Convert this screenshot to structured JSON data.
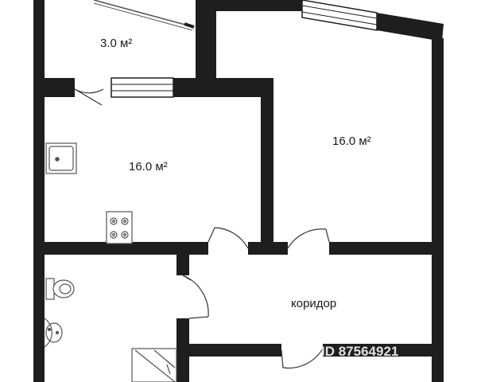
{
  "rooms": {
    "balcony": {
      "area": "3.0 м²"
    },
    "kitchen": {
      "area": "16.0 м²"
    },
    "bedroom": {
      "area": "16.0 м²"
    },
    "corridor": {
      "label": "коридор"
    }
  },
  "watermark": {
    "listing_id": "ID 87564921"
  },
  "colors": {
    "wall": "#1e1e1e",
    "background": "#ffffff",
    "fixture_stroke": "#555555",
    "window_glass": "#cfcfcf"
  }
}
